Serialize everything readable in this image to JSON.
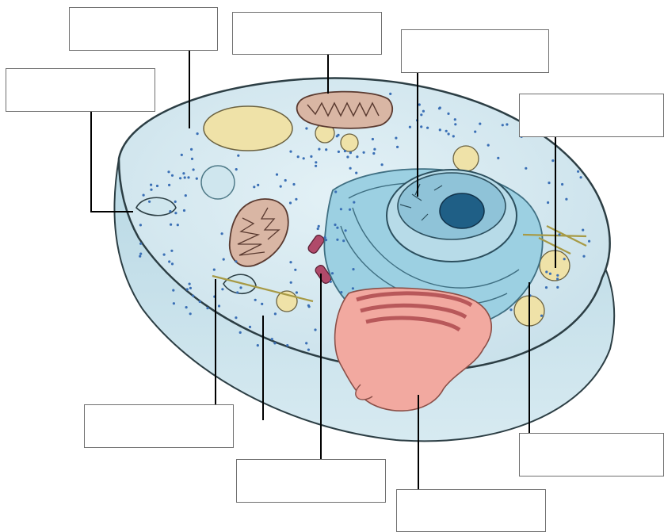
{
  "diagram": {
    "subject": "animal cell",
    "labels": [
      {
        "id": "label-1",
        "text": ""
      },
      {
        "id": "label-2",
        "text": ""
      },
      {
        "id": "label-3",
        "text": ""
      },
      {
        "id": "label-4",
        "text": ""
      },
      {
        "id": "label-5",
        "text": ""
      },
      {
        "id": "label-6",
        "text": ""
      },
      {
        "id": "label-7",
        "text": ""
      },
      {
        "id": "label-8",
        "text": ""
      },
      {
        "id": "label-9",
        "text": ""
      }
    ]
  },
  "colors": {
    "cytoplasm": "#cfe6ee",
    "membrane_edge": "#b7d6e2",
    "outline": "#2c3e44",
    "nucleus": "#8fc3d8",
    "nucleolus": "#1f5f86",
    "er": "#9cd0e2",
    "golgi": "#f2a9a0",
    "mitochondria": "#d9b6a4",
    "vacuole": "#efe2a8",
    "granules": "#3a6fb5",
    "leader_line": "#000000"
  }
}
